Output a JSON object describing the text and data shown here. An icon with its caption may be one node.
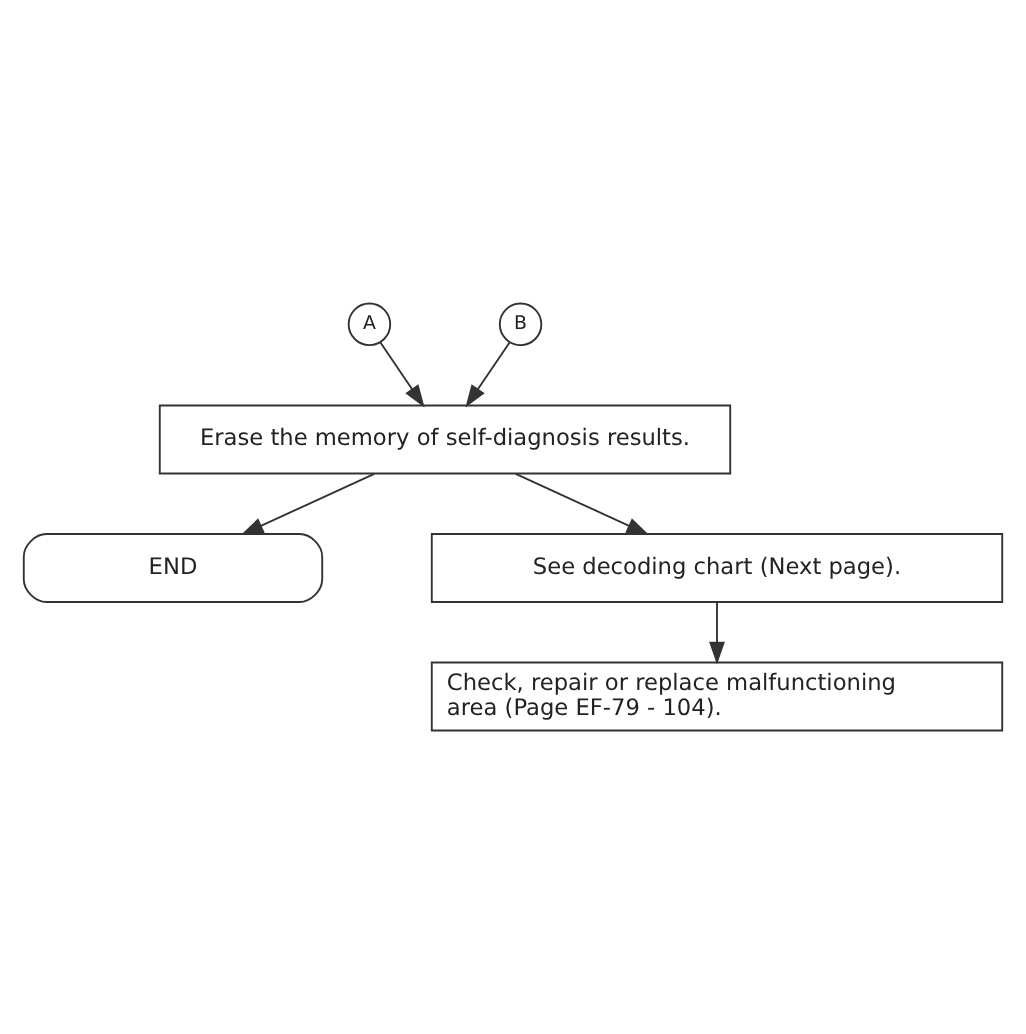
{
  "diagram": {
    "nodes": [
      {
        "text": [
          "A"
        ]
      },
      {
        "text": [
          "B"
        ]
      },
      {
        "text": [
          "Erase the memory of self-diagnosis results."
        ]
      },
      {
        "text": [
          "END"
        ]
      },
      {
        "text": [
          "See decoding chart (Next page)."
        ]
      },
      {
        "text": [
          "Check, repair or replace malfunctioning area (Page EF-79 - 104)."
        ]
      }
    ],
    "edges": [
      {
        "from": 0,
        "to": 2,
        "arrow": "to"
      },
      {
        "from": 1,
        "to": 2,
        "arrow": "to"
      },
      {
        "from": 2,
        "to": 3,
        "arrow": "to"
      },
      {
        "from": 2,
        "to": 4,
        "arrow": "to"
      },
      {
        "from": 4,
        "to": 5,
        "arrow": "to"
      }
    ]
  }
}
